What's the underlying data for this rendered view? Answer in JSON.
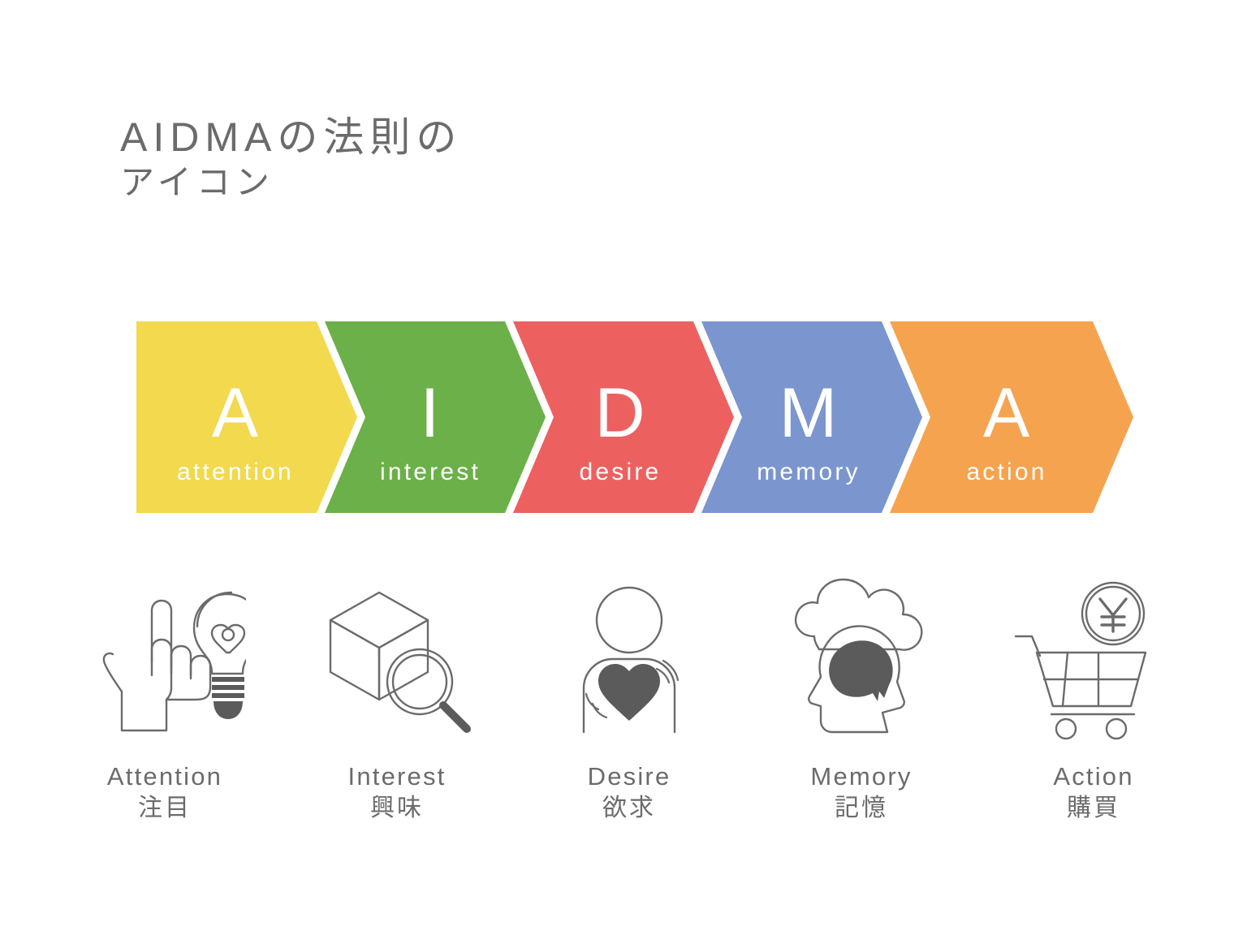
{
  "title": {
    "line1": "AIDMAの法則の",
    "line2": "アイコン",
    "color": "#6b6b6b"
  },
  "banner": {
    "stages": [
      {
        "letter": "A",
        "word": "attention",
        "color": "#f2d94e"
      },
      {
        "letter": "I",
        "word": "interest",
        "color": "#6bb048"
      },
      {
        "letter": "D",
        "word": "desire",
        "color": "#ec6160"
      },
      {
        "letter": "M",
        "word": "memory",
        "color": "#7b95ce"
      },
      {
        "letter": "A",
        "word": "action",
        "color": "#f5a34f"
      }
    ],
    "text_color": "#ffffff",
    "gap_color": "#ffffff"
  },
  "icons": [
    {
      "icon_name": "pointing-hand-lightbulb-icon",
      "label_en": "Attention",
      "label_ja": "注目"
    },
    {
      "icon_name": "box-magnifier-icon",
      "label_en": "Interest",
      "label_ja": "興味"
    },
    {
      "icon_name": "person-heart-icon",
      "label_en": "Desire",
      "label_ja": "欲求"
    },
    {
      "icon_name": "head-brain-cloud-icon",
      "label_en": "Memory",
      "label_ja": "記憶"
    },
    {
      "icon_name": "shopping-cart-yen-coin-icon",
      "label_en": "Action",
      "label_ja": "購買"
    }
  ],
  "icon_style": {
    "stroke_color": "#6b6b6b",
    "fill_color": "#5b5b5b"
  }
}
